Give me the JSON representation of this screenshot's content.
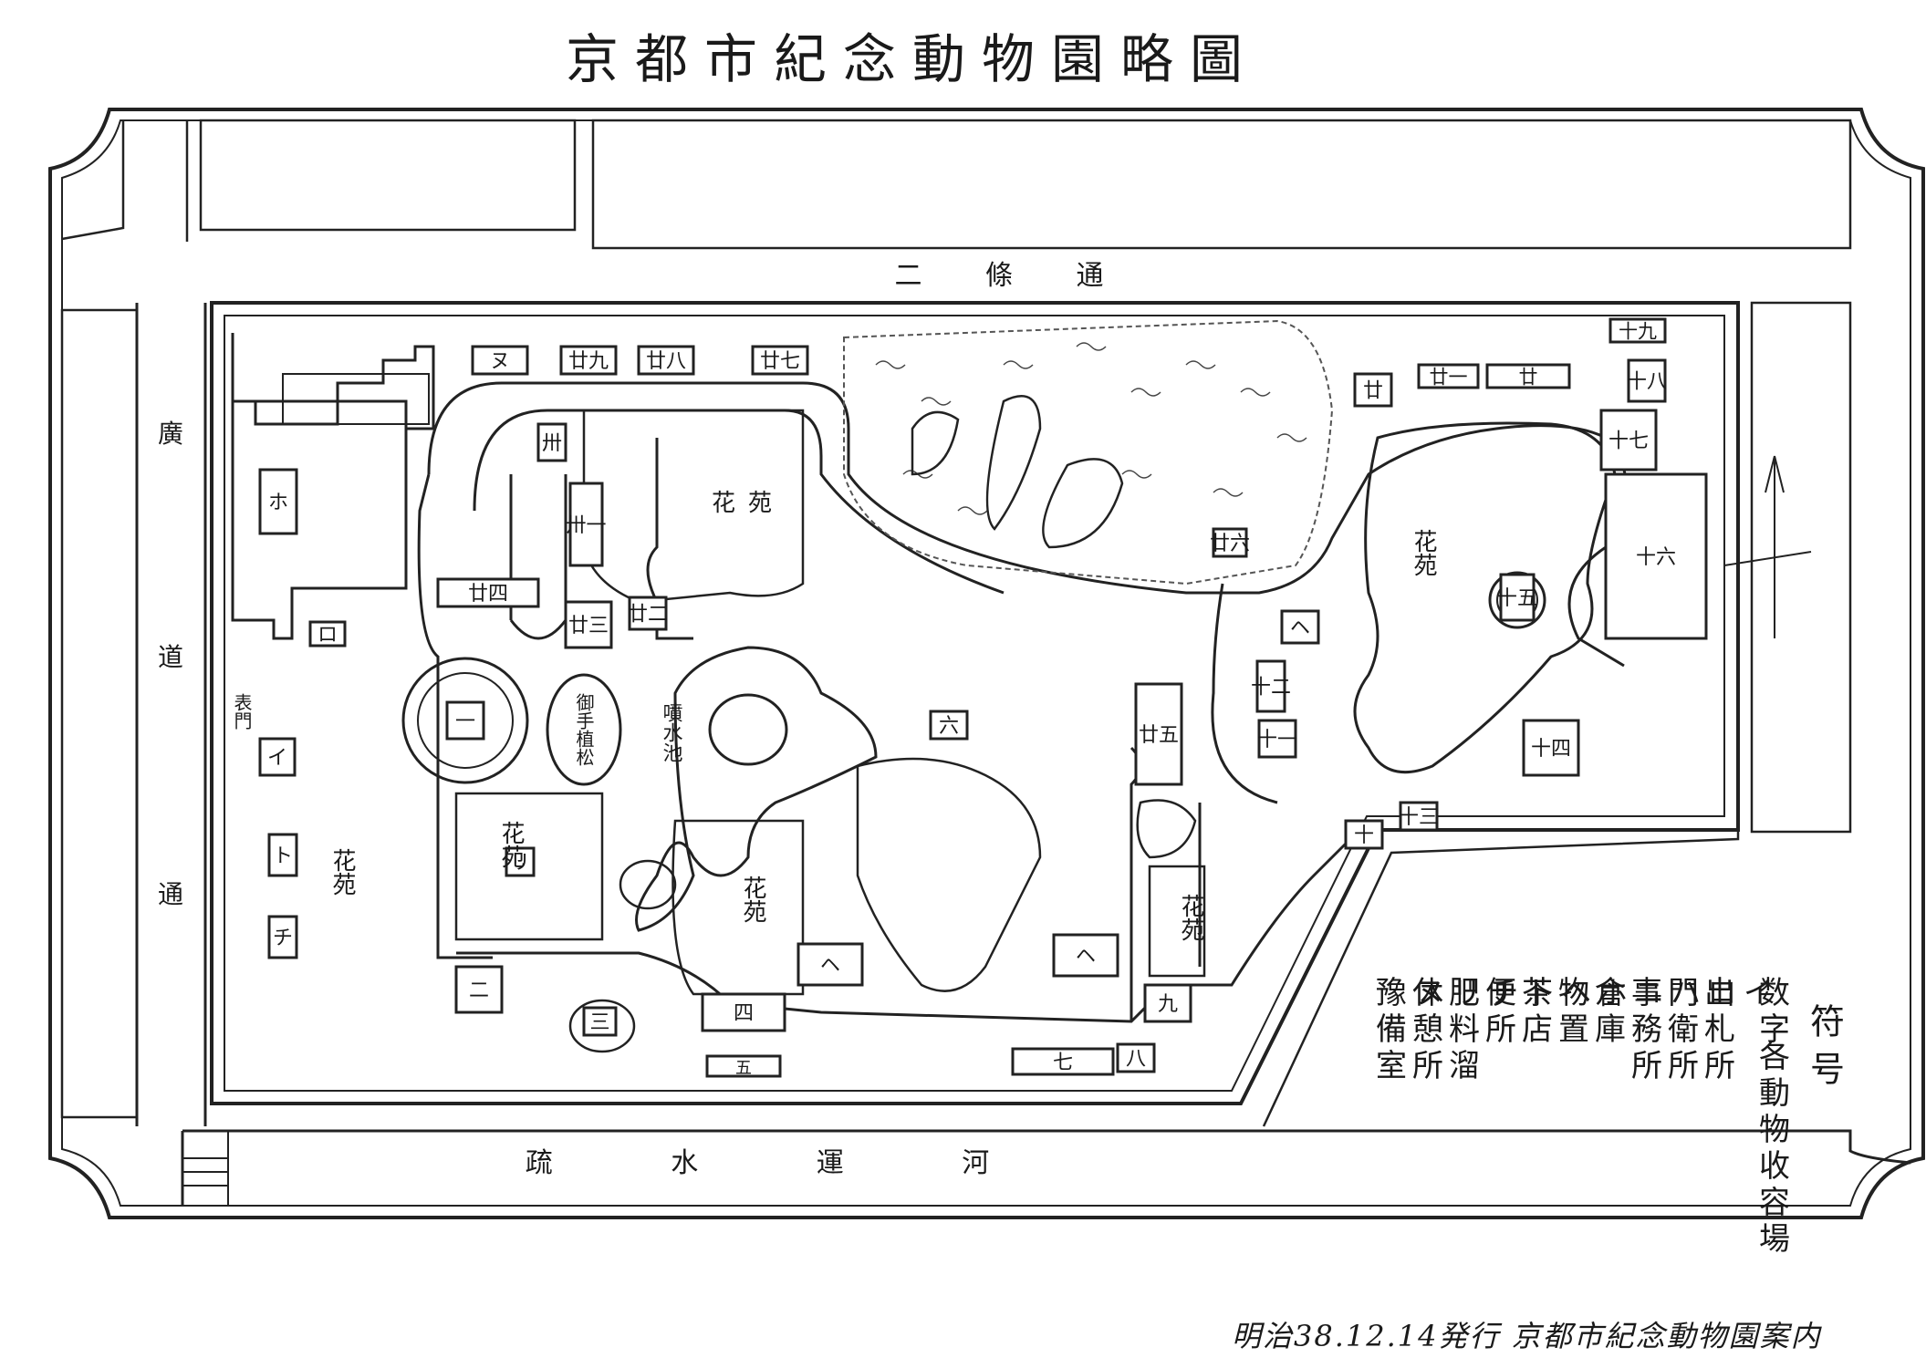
{
  "title": "京都市紀念動物園略圖",
  "footer": "明治38.12.14発行 京都市紀念動物園案内",
  "streets": {
    "top": "二 條 通",
    "left_chars": [
      "廣",
      "道",
      "通"
    ],
    "bottom": "疏 水 運 河"
  },
  "labels": {
    "gate": "表門",
    "fountain": "噴水池",
    "pine": "御手植松",
    "flower_garden": "花苑"
  },
  "enclosures": [
    "一",
    "二",
    "三",
    "四",
    "五",
    "六",
    "七",
    "八",
    "九",
    "十",
    "十一",
    "十二",
    "十三",
    "十四",
    "十五",
    "十六",
    "十七",
    "十八",
    "十九",
    "廿",
    "廿一",
    "廿二",
    "廿三",
    "廿四",
    "廿五",
    "廿六",
    "廿七",
    "廿八",
    "廿九",
    "卅",
    "卅一"
  ],
  "facility_codes": [
    "イ",
    "ロ",
    "ハ",
    "ニ",
    "ホ",
    "ヘ",
    "ト",
    "チ",
    "リ",
    "ヌ"
  ],
  "legend": {
    "heading": "符号",
    "numbers_label": "数字",
    "numbers_meaning": "各動物收容場",
    "columns": [
      {
        "code": "イ",
        "meaning": "出札所"
      },
      {
        "code": "ロ",
        "meaning": "門衛所"
      },
      {
        "code": "ハ",
        "meaning": "事務所"
      },
      {
        "code": "ニ",
        "meaning": "倉庫"
      },
      {
        "code": "ホ",
        "meaning": "物置"
      },
      {
        "code": "ヘ",
        "meaning": "茶店"
      },
      {
        "code": "ト",
        "meaning": "便所"
      },
      {
        "code": "チ",
        "meaning": "肥料溜"
      },
      {
        "code": "リ",
        "meaning": "休憩所"
      },
      {
        "code": "ヌ",
        "meaning": "豫備室"
      }
    ]
  }
}
